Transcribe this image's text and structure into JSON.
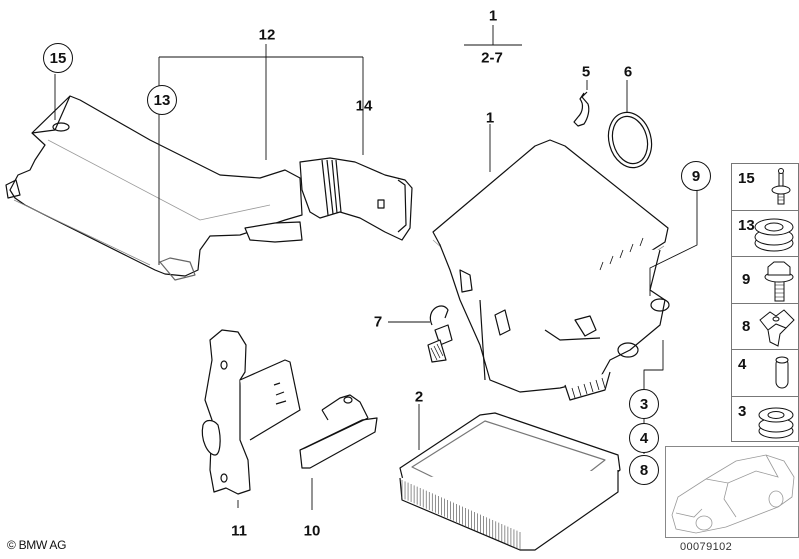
{
  "diagram": {
    "title_fraction": {
      "numerator": "1",
      "denominator": "2-7"
    },
    "callouts": [
      {
        "id": "12",
        "text": "12",
        "circled": false
      },
      {
        "id": "14",
        "text": "14",
        "circled": false
      },
      {
        "id": "15",
        "text": "15",
        "circled": true
      },
      {
        "id": "13",
        "text": "13",
        "circled": true
      },
      {
        "id": "1",
        "text": "1",
        "circled": false
      },
      {
        "id": "5",
        "text": "5",
        "circled": false
      },
      {
        "id": "6",
        "text": "6",
        "circled": false
      },
      {
        "id": "9",
        "text": "9",
        "circled": true
      },
      {
        "id": "7",
        "text": "7",
        "circled": false
      },
      {
        "id": "2",
        "text": "2",
        "circled": false
      },
      {
        "id": "3",
        "text": "3",
        "circled": true
      },
      {
        "id": "4",
        "text": "4",
        "circled": true
      },
      {
        "id": "8",
        "text": "8",
        "circled": true
      },
      {
        "id": "11",
        "text": "11",
        "circled": false
      },
      {
        "id": "10",
        "text": "10",
        "circled": false
      }
    ],
    "side_panel": [
      {
        "number": "15",
        "part": "expanding-rivet"
      },
      {
        "number": "13",
        "part": "grommet"
      },
      {
        "number": "9",
        "part": "hex-bolt"
      },
      {
        "number": "8",
        "part": "clip-nut"
      },
      {
        "number": "4",
        "part": "sleeve"
      },
      {
        "number": "3",
        "part": "rubber-mount"
      }
    ],
    "copyright": "© BMW AG",
    "diagram_number": "00079102"
  }
}
